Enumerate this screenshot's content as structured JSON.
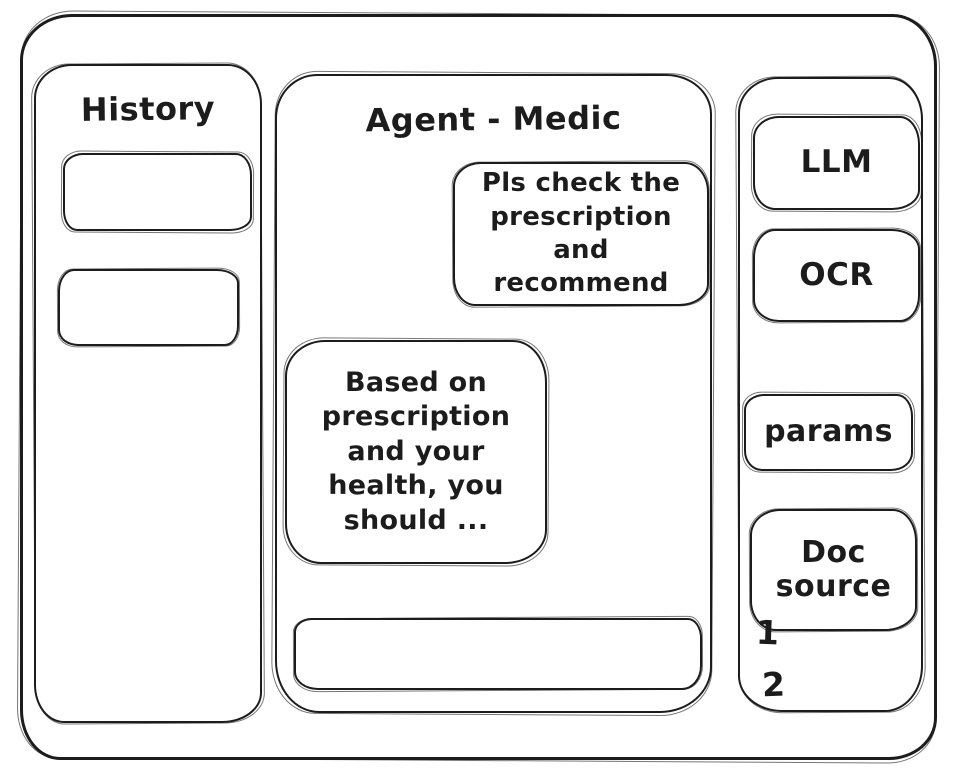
{
  "app": {
    "history_panel": {
      "title": "History",
      "items": [
        {
          "label": ""
        },
        {
          "label": ""
        }
      ]
    },
    "chat_panel": {
      "title": "Agent - Medic",
      "messages": [
        {
          "role": "user",
          "text": "Pls check the prescription and recommend"
        },
        {
          "role": "agent",
          "text": "Based on prescription and your health, you should ..."
        }
      ],
      "input": {
        "value": "",
        "placeholder": ""
      }
    },
    "tools_panel": {
      "buttons": [
        {
          "label": "LLM"
        },
        {
          "label": "OCR"
        },
        {
          "label": "params"
        },
        {
          "label": "Doc source"
        }
      ],
      "doc_source_items": [
        "1",
        "2"
      ]
    }
  },
  "colors": {
    "ink": "#1c1c1c",
    "background": "#ffffff"
  }
}
